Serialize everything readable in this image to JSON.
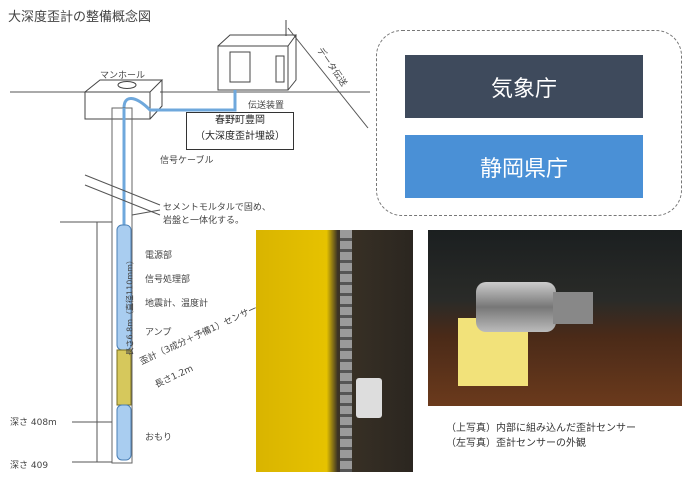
{
  "title": "大深度歪計の整備概念図",
  "diagram": {
    "manhole": "マンホール",
    "transmitter": "伝送装置",
    "data_transmission": "データ伝送",
    "site_line1": "春野町豊岡",
    "site_line2": "（大深度歪計埋設）",
    "signal_cable": "信号ケーブル",
    "cement_line1": "セメントモルタルで固め、",
    "cement_line2": "岩盤と一体化する。",
    "power_unit": "電源部",
    "signal_processing": "信号処理部",
    "seismometer": "地震計、温度計",
    "amp": "アンプ",
    "strain_sensor_line1": "歪計（3成分＋予備1）センサー部",
    "strain_sensor_line2": "長さ1.2m",
    "weight": "おもり",
    "length_label": "長さ6.8m（直径110mm）",
    "depth_408": "深さ 408m",
    "depth_409": "深さ 409"
  },
  "agencies": {
    "jma": "気象庁",
    "prefecture": "静岡県庁",
    "jma_color": "#3e4a5c",
    "prefecture_color": "#4a90d6"
  },
  "captions": {
    "line1": "（上写真）内部に組み込んだ歪計センサー",
    "line2": "（左写真）歪計センサーの外観"
  }
}
